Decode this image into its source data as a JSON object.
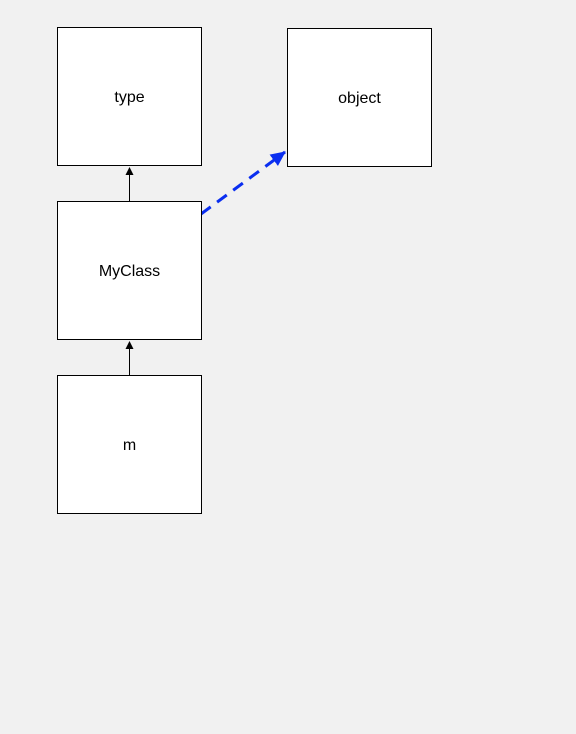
{
  "diagram": {
    "nodes": [
      {
        "id": "type",
        "label": "type"
      },
      {
        "id": "object",
        "label": "object"
      },
      {
        "id": "myclass",
        "label": "MyClass"
      },
      {
        "id": "m",
        "label": "m"
      }
    ],
    "edges": [
      {
        "from": "myclass",
        "to": "type",
        "style": "solid",
        "color": "#000000"
      },
      {
        "from": "m",
        "to": "myclass",
        "style": "solid",
        "color": "#000000"
      },
      {
        "from": "myclass",
        "to": "object",
        "style": "dashed",
        "color": "#0a2ef0"
      }
    ]
  }
}
